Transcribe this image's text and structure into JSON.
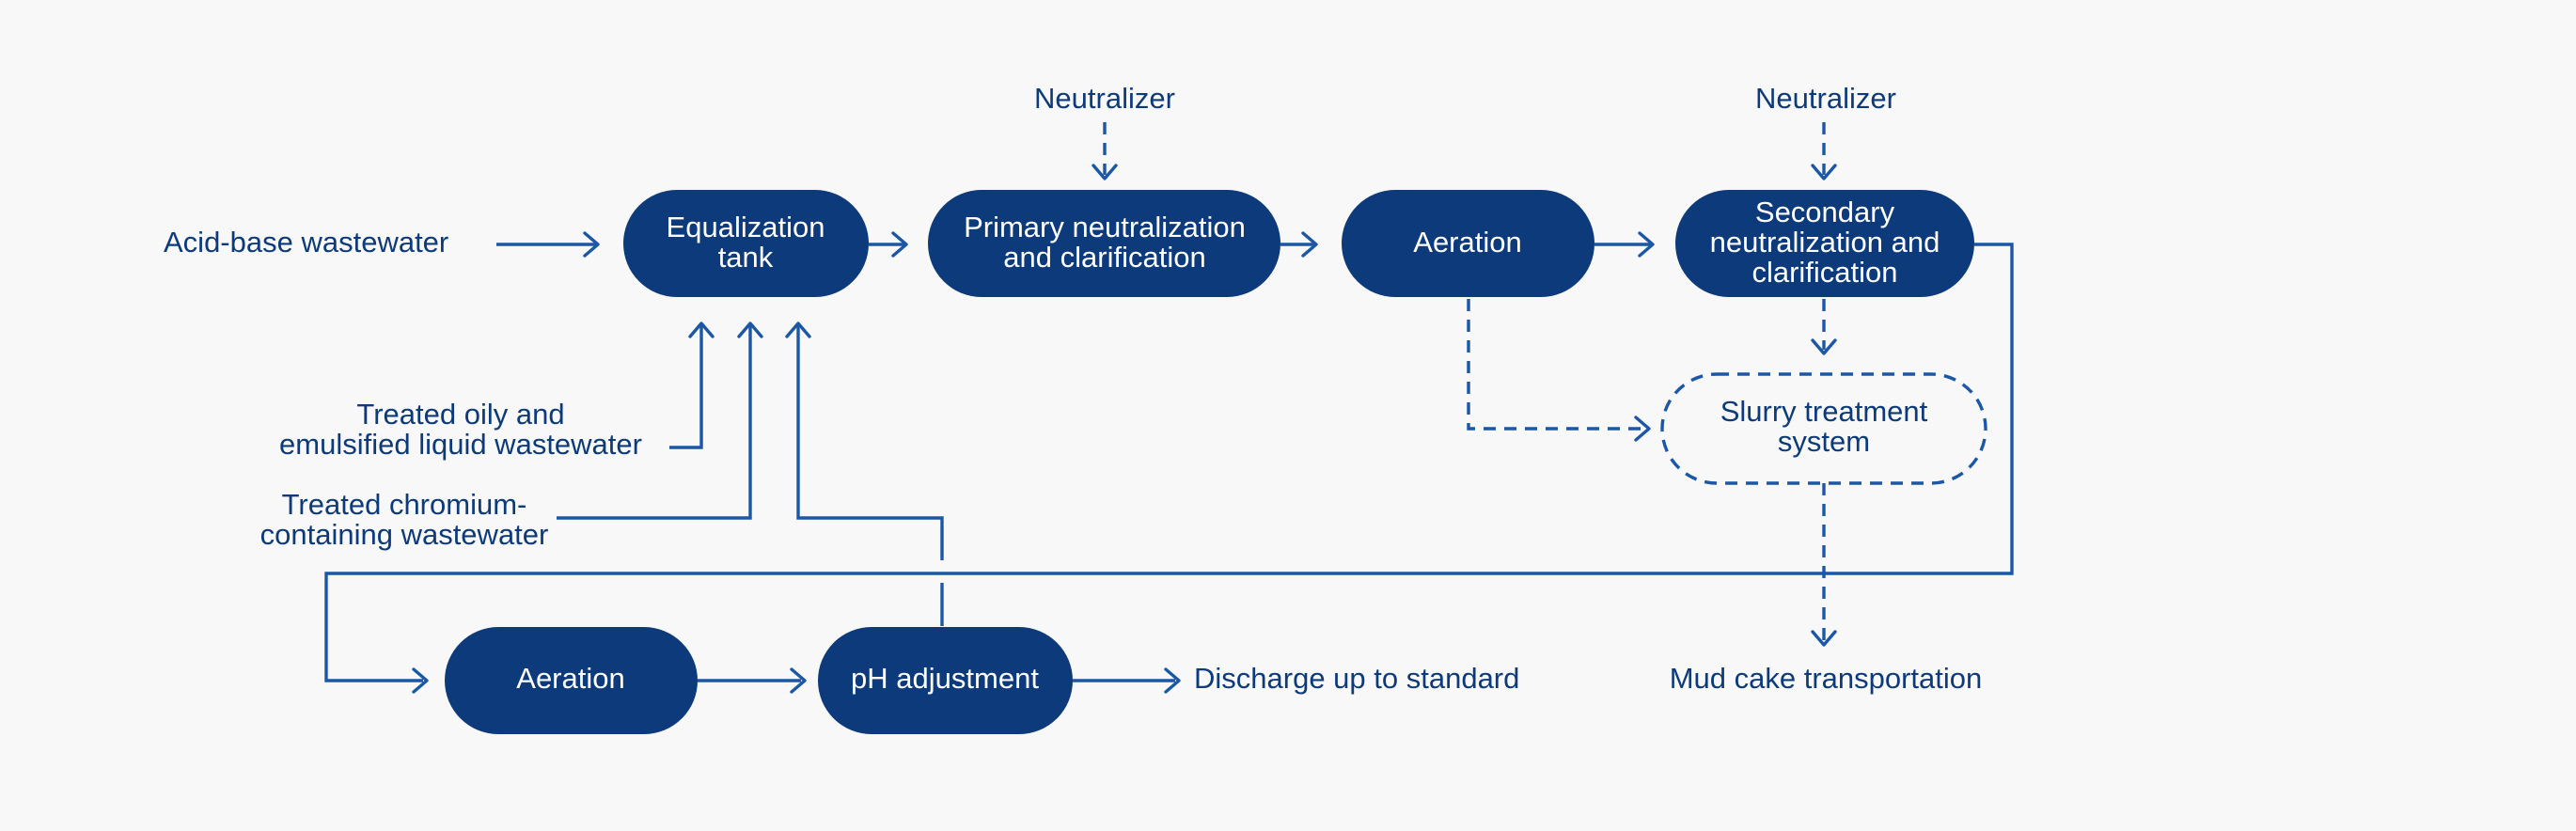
{
  "colors": {
    "background": "#f8f8f9",
    "node_fill": "#0c3a7a",
    "node_text": "#ffffff",
    "line": "#1b57a5",
    "label": "#0c3a7a"
  },
  "nodes": {
    "equalization_tank": [
      "Equalization",
      "tank"
    ],
    "primary_neutralization": [
      "Primary neutralization",
      "and clarification"
    ],
    "aeration_top": [
      "Aeration"
    ],
    "secondary_neutralization": [
      "Secondary",
      "neutralization and",
      "clarification"
    ],
    "slurry_treatment": [
      "Slurry treatment",
      "system"
    ],
    "aeration_bottom": [
      "Aeration"
    ],
    "ph_adjustment": [
      "pH adjustment"
    ]
  },
  "labels": {
    "acid_base_wastewater": [
      "Acid-base wastewater"
    ],
    "neutralizer_1": [
      "Neutralizer"
    ],
    "neutralizer_2": [
      "Neutralizer"
    ],
    "treated_oily": [
      "Treated oily and",
      "emulsified liquid wastewater"
    ],
    "treated_chromium": [
      "Treated chromium-",
      "containing wastewater"
    ],
    "discharge": [
      "Discharge up to standard"
    ],
    "mud_cake": [
      "Mud cake transportation"
    ]
  }
}
